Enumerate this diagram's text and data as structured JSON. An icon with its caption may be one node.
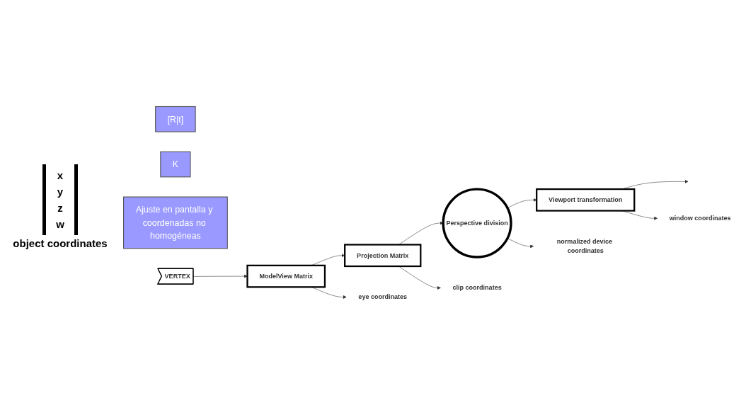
{
  "diagram": {
    "nodes": [
      {
        "text": [
          "[R|t]"
        ]
      },
      {
        "text": [
          "K"
        ]
      },
      {
        "text": [
          "Ajuste en pantalla y coordenadas no homogéneas"
        ]
      },
      {
        "text": [
          "VERTEX"
        ]
      },
      {
        "text": [
          "ModelView Matrix"
        ]
      },
      {
        "text": [
          "Projection Matrix"
        ]
      },
      {
        "text": [
          "Perspective division"
        ]
      },
      {
        "text": [
          "Viewport transformation"
        ]
      },
      {
        "text": [
          "eye coordinates"
        ]
      },
      {
        "text": [
          "clip coordinates"
        ]
      },
      {
        "text": [
          "normalized device coordinates"
        ]
      },
      {
        "text": [
          "window coordinates"
        ]
      }
    ],
    "edges": [
      {
        "from": 3,
        "to": 4,
        "arrow": "to"
      },
      {
        "from": 4,
        "to": 5,
        "arrow": "to"
      },
      {
        "from": 5,
        "to": 6,
        "arrow": "to"
      },
      {
        "from": 6,
        "to": 7,
        "arrow": "to"
      },
      {
        "from": 7,
        "to": null,
        "arrow": "to"
      },
      {
        "from": 4,
        "to": 8,
        "arrow": "to"
      },
      {
        "from": 5,
        "to": 9,
        "arrow": "to"
      },
      {
        "from": 6,
        "to": 10,
        "arrow": "to"
      },
      {
        "from": 7,
        "to": 11,
        "arrow": "to"
      }
    ],
    "labels": [
      "x",
      "y",
      "z",
      "w",
      "object coordinates"
    ]
  }
}
